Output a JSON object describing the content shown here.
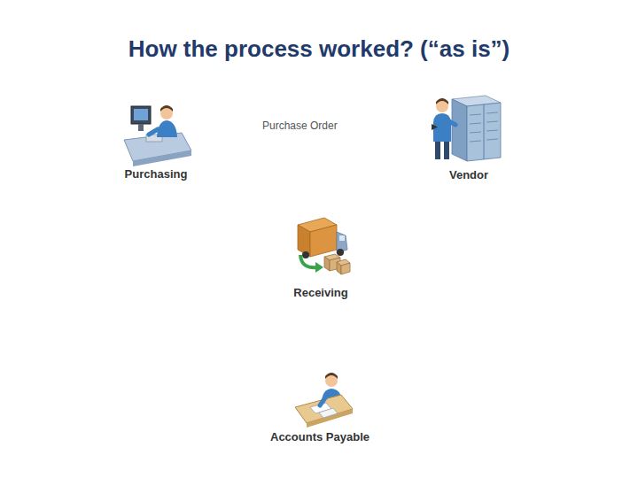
{
  "diagram": {
    "title": "How the process worked? (“as is”)",
    "nodes": [
      {
        "text": [
          "Purchasing"
        ]
      },
      {
        "text": [
          "Vendor"
        ]
      },
      {
        "text": [
          "Receiving"
        ]
      },
      {
        "text": [
          "Accounts Payable"
        ]
      }
    ],
    "labels": [
      "Purchase Order"
    ]
  }
}
